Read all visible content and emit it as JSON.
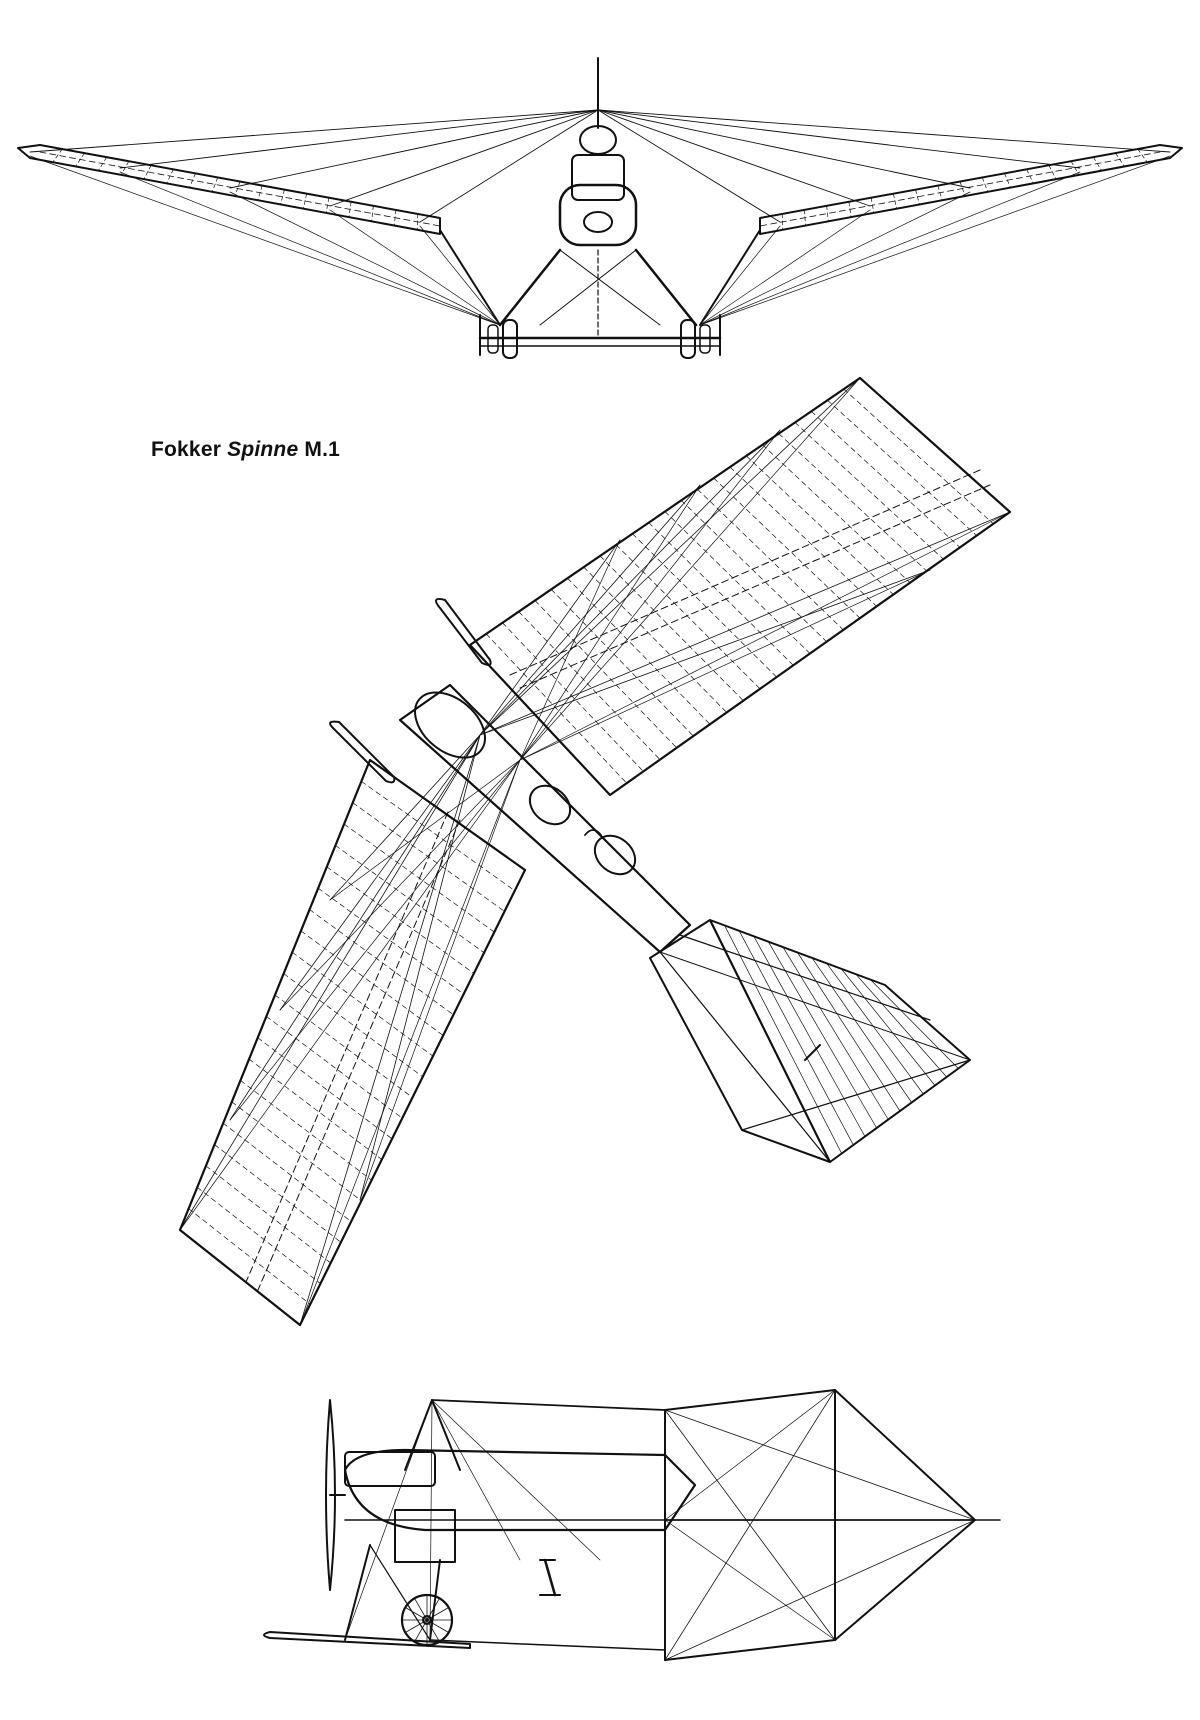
{
  "title": {
    "maker": "Fokker",
    "model": "Spinne",
    "variant": "M.1"
  },
  "drawing": {
    "ink_color": "#111111",
    "paper_color": "#ffffff",
    "views": [
      "front-view",
      "top-view",
      "side-view"
    ]
  }
}
